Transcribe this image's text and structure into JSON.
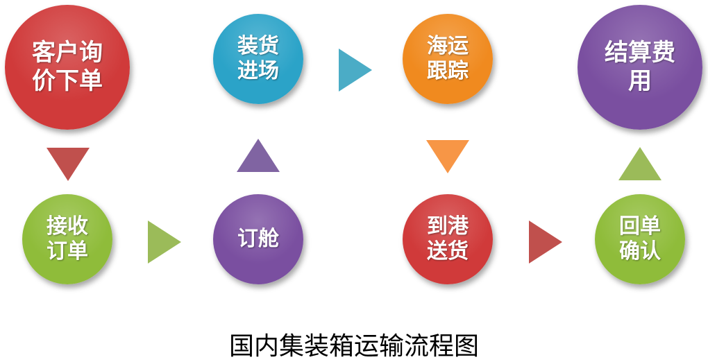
{
  "title": "国内集装箱运输流程图",
  "nodes": [
    {
      "label": "客户询\n价下单",
      "color": "#d03a3a"
    },
    {
      "label": "接收\n订单",
      "color": "#8fbc3a"
    },
    {
      "label": "订舱",
      "color": "#7a4fa0"
    },
    {
      "label": "装货\n进场",
      "color": "#2ba3c8"
    },
    {
      "label": "海运\n跟踪",
      "color": "#f08a1f"
    },
    {
      "label": "到港\n送货",
      "color": "#d03a3a"
    },
    {
      "label": "回单\n确认",
      "color": "#8fbc3a"
    },
    {
      "label": "结算费\n用",
      "color": "#7a4fa0"
    }
  ],
  "arrow_colors": {
    "red": "#c0504d",
    "green": "#9bbb59",
    "purple": "#8064a2",
    "blue": "#4bacc6",
    "orange": "#f79646"
  }
}
